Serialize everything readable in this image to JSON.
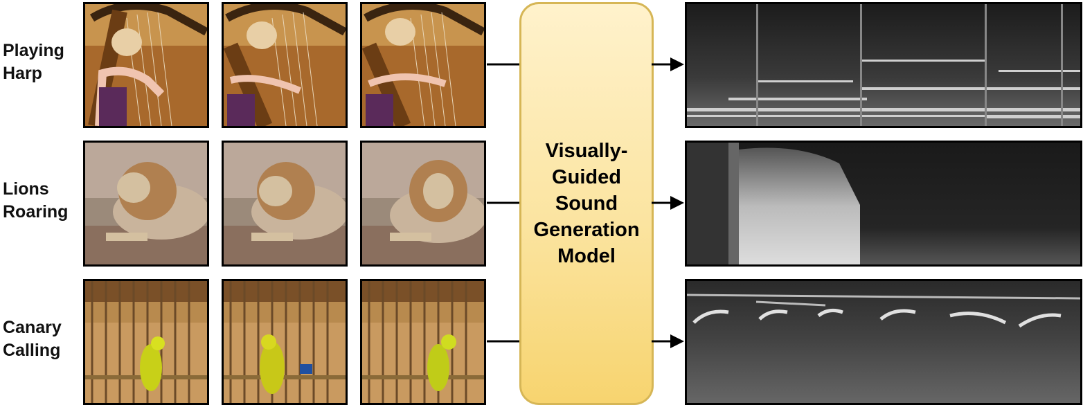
{
  "rows": [
    {
      "label_line1": "Playing",
      "label_line2": "Harp"
    },
    {
      "label_line1": "Lions",
      "label_line2": "Roaring"
    },
    {
      "label_line1": "Canary",
      "label_line2": "Calling"
    }
  ],
  "model": {
    "line1": "Visually-",
    "line2": "Guided",
    "line3": "Sound",
    "line4": "Generation",
    "line5": "Model"
  },
  "colors": {
    "model_fill_top": "#fff2cc",
    "model_fill_bottom": "#f7d46f",
    "model_border": "#d6b656",
    "frame_border": "#000000"
  }
}
